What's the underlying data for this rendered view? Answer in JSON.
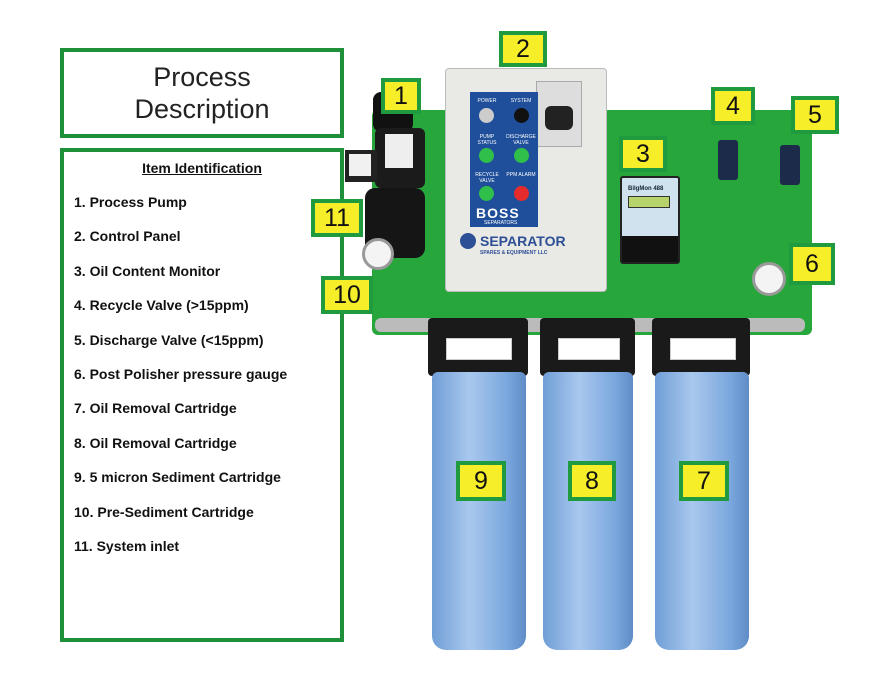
{
  "title": {
    "line1": "Process",
    "line2": "Description"
  },
  "item_identification": {
    "heading": "Item Identification",
    "items": [
      "1. Process Pump",
      "2. Control Panel",
      "3. Oil Content Monitor",
      "4. Recycle Valve (>15ppm)",
      "5. Discharge Valve (<15ppm)",
      "6. Post Polisher pressure gauge",
      "7. Oil Removal Cartridge",
      "8. Oil Removal Cartridge",
      "9. 5 micron Sediment Cartridge",
      "10. Pre-Sediment Cartridge",
      "11. System inlet"
    ]
  },
  "callouts": [
    "1",
    "2",
    "3",
    "4",
    "5",
    "6",
    "7",
    "8",
    "9",
    "10",
    "11"
  ],
  "control_panel": {
    "labels": [
      "POWER",
      "SYSTEM",
      "PUMP STATUS",
      "DISCHARGE VALVE",
      "RECYCLE VALVE",
      "PPM ALARM"
    ],
    "logo_boss": "BOSS",
    "logo_boss_sub": "SEPARATORS",
    "logo_brand": "SEPARATOR",
    "logo_brand_sub": "SPARES & EQUIPMENT LLC"
  },
  "monitor": {
    "name": "BilgMon 488"
  },
  "colors": {
    "accent_green": "#1f8f3a",
    "callout_yellow": "#f7ee2a",
    "board_green": "#27a63c",
    "cartridge_blue": "#8db5e6"
  }
}
